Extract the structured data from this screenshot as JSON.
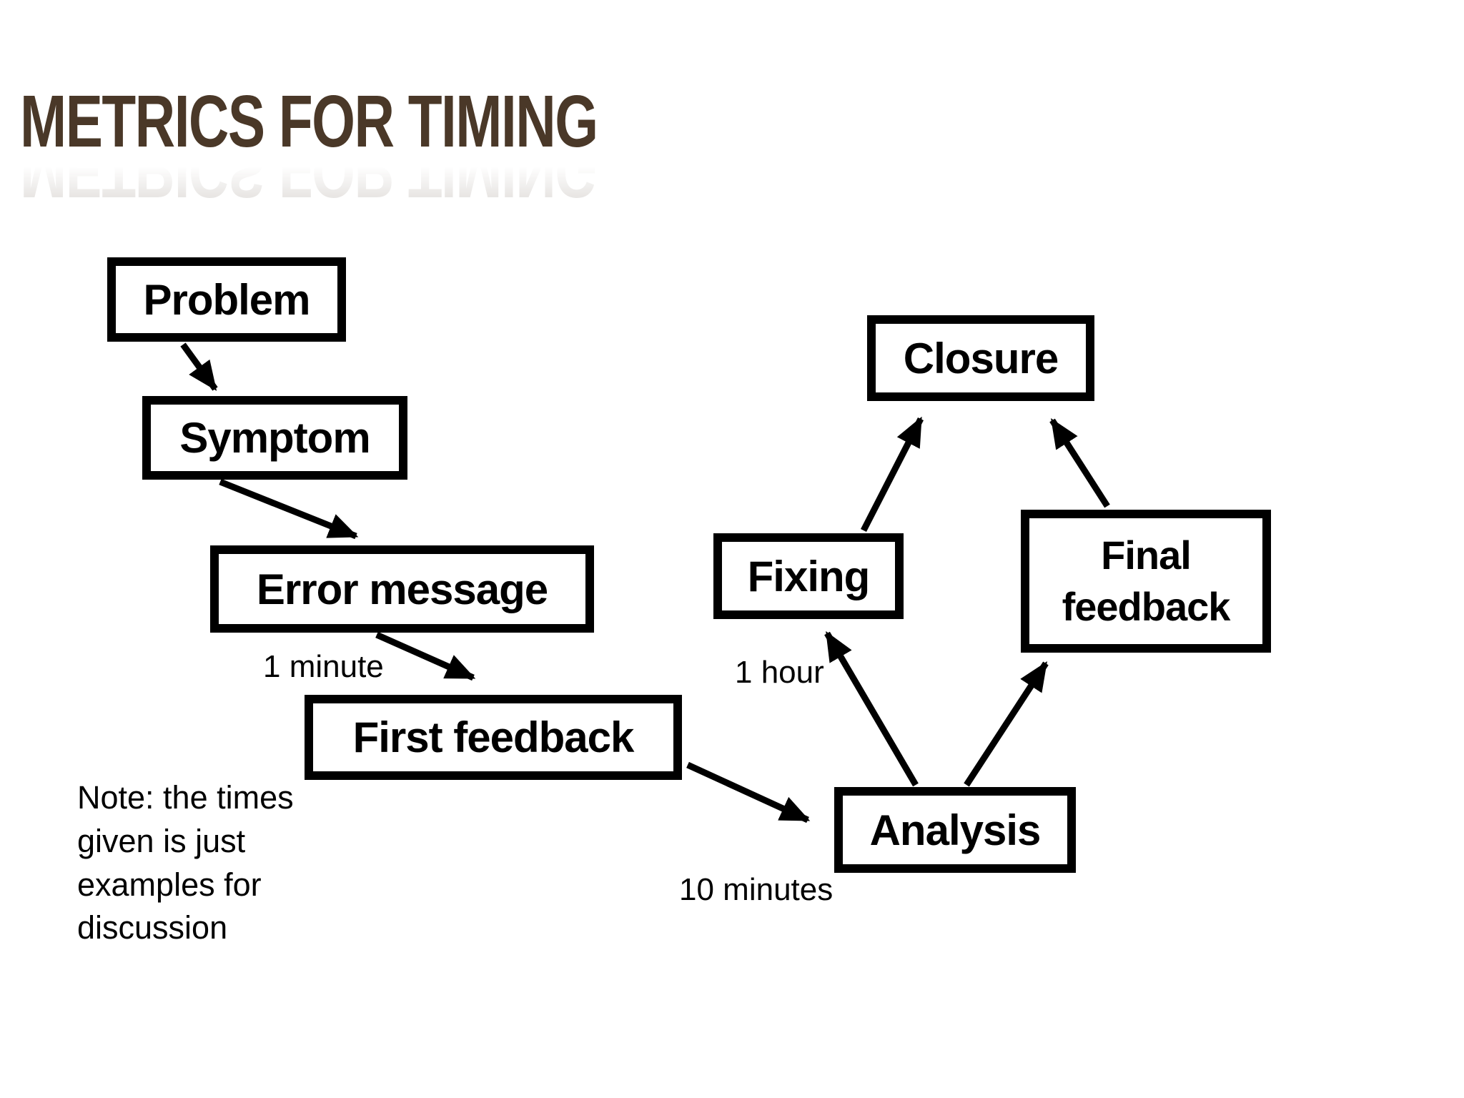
{
  "title": {
    "text": "METRICS FOR TIMING",
    "color": "#4a3828"
  },
  "nodes": {
    "problem": {
      "label": "Problem"
    },
    "symptom": {
      "label": "Symptom"
    },
    "error_message": {
      "label": "Error message"
    },
    "first_feedback": {
      "label": "First feedback"
    },
    "analysis": {
      "label": "Analysis"
    },
    "fixing": {
      "label": "Fixing"
    },
    "closure": {
      "label": "Closure"
    },
    "final_feedback": {
      "label": "Final feedback"
    }
  },
  "edges": [
    {
      "from": "Problem",
      "to": "Symptom"
    },
    {
      "from": "Symptom",
      "to": "Error message"
    },
    {
      "from": "Error message",
      "to": "First feedback",
      "time": "1 minute"
    },
    {
      "from": "First feedback",
      "to": "Analysis",
      "time": "10 minutes"
    },
    {
      "from": "Analysis",
      "to": "Fixing",
      "time": "1 hour"
    },
    {
      "from": "Analysis",
      "to": "Final feedback"
    },
    {
      "from": "Fixing",
      "to": "Closure"
    },
    {
      "from": "Final feedback",
      "to": "Closure"
    }
  ],
  "time_labels": {
    "minute": {
      "text": "1 minute"
    },
    "hour": {
      "text": "1 hour"
    },
    "ten_minutes": {
      "text": "10 minutes"
    }
  },
  "note": {
    "text": "Note: the times\ngiven is just\nexamples for\ndiscussion"
  },
  "colors": {
    "title": "#4a3828",
    "diagram_stroke": "#000000",
    "background": "#ffffff"
  }
}
